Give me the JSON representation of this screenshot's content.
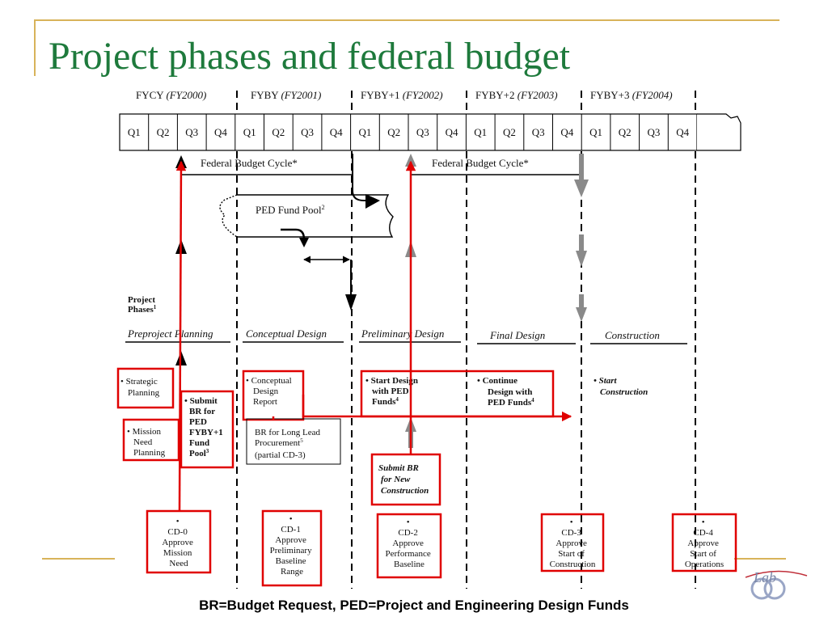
{
  "title": "Project phases and federal budget",
  "caption": "BR=Budget Request, PED=Project and Engineering Design Funds",
  "logo_text": "Lab",
  "fiscal_years": [
    {
      "label": "FYCY",
      "year": "(FY2000)"
    },
    {
      "label": "FYBY",
      "year": "(FY2001)"
    },
    {
      "label": "FYBY+1",
      "year": "(FY2002)"
    },
    {
      "label": "FYBY+2",
      "year": "(FY2003)"
    },
    {
      "label": "FYBY+3",
      "year": "(FY2004)"
    }
  ],
  "quarters": [
    "Q1",
    "Q2",
    "Q3",
    "Q4",
    "Q1",
    "Q2",
    "Q3",
    "Q4",
    "Q1",
    "Q2",
    "Q3",
    "Q4",
    "Q1",
    "Q2",
    "Q3",
    "Q4",
    "Q1",
    "Q2",
    "Q3",
    "Q4"
  ],
  "budget_cycle_1": "Federal Budget Cycle*",
  "budget_cycle_2": "Federal Budget Cycle*",
  "ped_pool": "PED Fund Pool",
  "ped_pool_sup": "2",
  "project_phases_label": [
    "Project",
    "Phases"
  ],
  "project_phases_sup": "1",
  "phases": [
    "Preproject Planning",
    "Conceptual Design",
    "Preliminary Design",
    "Final Design",
    "Construction"
  ],
  "activities": {
    "strategic": [
      "• Strategic",
      "Planning"
    ],
    "mission_need": [
      "• Mission",
      "Need",
      "Planning"
    ],
    "submit_br": [
      "• Submit",
      "BR for",
      "PED",
      "FYBY+1",
      "Fund",
      "Pool"
    ],
    "submit_br_sup": "3",
    "conceptual_report": [
      "• Conceptual",
      "Design",
      "Report"
    ],
    "long_lead": [
      "BR for Long Lead",
      "Procurement",
      "(partial CD-3)"
    ],
    "long_lead_sup": "5",
    "start_design": [
      "• Start Design",
      "with PED",
      "Funds"
    ],
    "start_design_sup": "4",
    "continue_design": [
      "• Continue",
      "Design with",
      "PED Funds"
    ],
    "continue_design_sup": "4",
    "submit_new": [
      "Submit BR",
      "for New",
      "Construction"
    ],
    "start_construction": [
      "• Start",
      "Construction"
    ]
  },
  "milestones": [
    {
      "bullet": "•",
      "lines": [
        "CD-0",
        "Approve",
        "Mission",
        "Need"
      ]
    },
    {
      "bullet": "•",
      "lines": [
        "CD-1",
        "Approve",
        "Preliminary",
        "Baseline",
        "Range"
      ]
    },
    {
      "bullet": "•",
      "lines": [
        "CD-2",
        "Approve",
        "Performance",
        "Baseline"
      ]
    },
    {
      "bullet": "•",
      "lines": [
        "CD-3",
        "Approve",
        "Start of",
        "Construction"
      ]
    },
    {
      "bullet": "•",
      "lines": [
        "CD-4",
        "Approve",
        "Start of",
        "Operations"
      ]
    }
  ],
  "colors": {
    "title": "#1e7a3c",
    "accent_red": "#e00000",
    "gold": "#d8b35a",
    "gray_arrow": "#8a8a8a"
  }
}
